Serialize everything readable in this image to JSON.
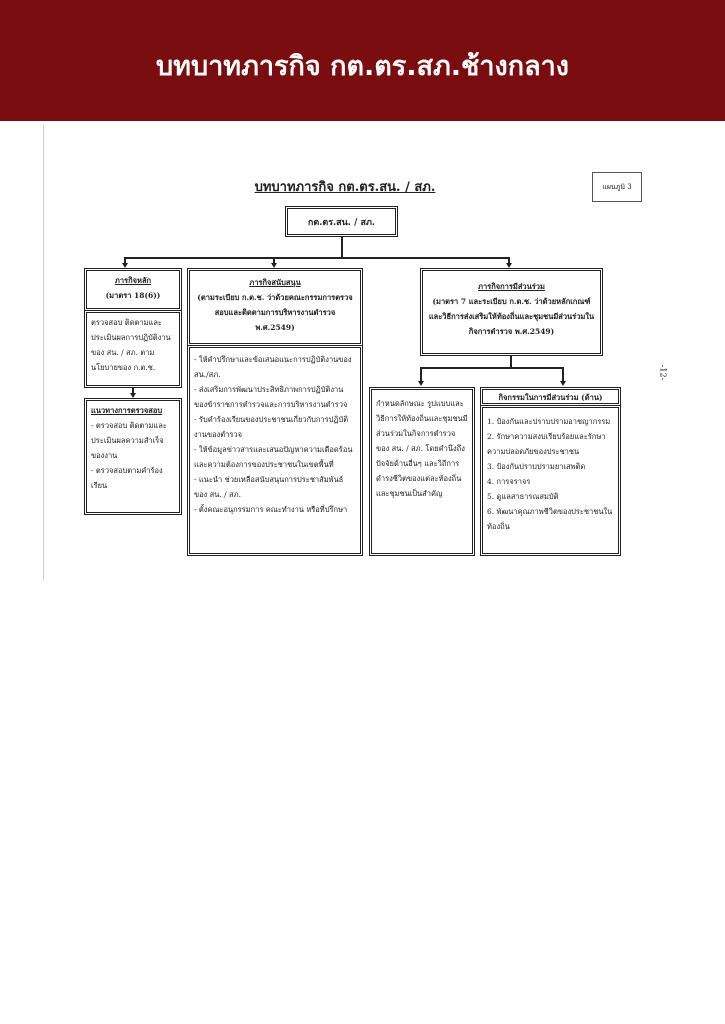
{
  "header": {
    "title": "บทบาทภารกิจ กต.ตร.สภ.ช้างกลาง"
  },
  "doc": {
    "title": "บทบาทภารกิจ กต.ตร.สน. / สภ.",
    "chart_no": "แผนภูมิ 3",
    "page_no": "-12-",
    "top_box": "กต.ตร.สน. / สภ.",
    "main": {
      "heading": "ภารกิจหลัก",
      "sub": "(มาตรา 18(6))",
      "body": "ตรวจสอบ ติดตามและประเมินผลการปฏิบัติงานของ สน. / สภ. ตามนโยบายของ ก.ต.ช."
    },
    "guide": {
      "heading": "แนวทางการตรวจสอบ",
      "lines": [
        "- ตรวจสอบ ติดตามและประเมินผลความสำเร็จของงาน",
        "- ตรวจสอบตามคำร้องเรียน"
      ]
    },
    "support": {
      "heading": "ภารกิจสนับสนุน",
      "sub": "(ตามระเบียบ ก.ต.ช. ว่าด้วยคณะกรรมการตรวจสอบและติดตามการบริหารงานตำรวจ พ.ศ.2549)",
      "lines": [
        "- ให้คำปรึกษาและข้อเสนอแนะการปฏิบัติงานของ สน./สภ.",
        "- ส่งเสริมการพัฒนาประสิทธิภาพการปฏิบัติงานของข้าราชการตำรวจและการบริหารงานตำรวจ",
        "- รับคำร้องเรียนของประชาชนเกี่ยวกับการปฏิบัติงานของตำรวจ",
        "- ให้ข้อมูลข่าวสารและเสนอปัญหาความเดือดร้อนและความต้องการของประชาชนในเขตพื้นที่",
        "- แนะนำ ช่วยเหลือสนับสนุนการประชาสัมพันธ์ของ สน. / สภ.",
        "- ตั้งคณะอนุกรรมการ คณะทำงาน หรือที่ปรึกษา"
      ]
    },
    "participation": {
      "heading": "ภารกิจการมีส่วนร่วม",
      "sub": "(มาตรา 7 และระเบียบ ก.ต.ช. ว่าด้วยหลักเกณฑ์และวิธีการส่งเสริมให้ท้องถิ่นและชุมชนมีส่วนร่วมในกิจการตำรวจ พ.ศ.2549)"
    },
    "criteria": {
      "body": "กำหนดลักษณะ รูปแบบและวิธีการให้ท้องถิ่นและชุมชนมีส่วนร่วมในกิจการตำรวจของ สน. / สภ. โดยคำนึงถึงปัจจัยด้านอื่นๆ และวิถีการดำรงชีวิตของแต่ละท้องถิ่นและชุมชนเป็นสำคัญ"
    },
    "activities": {
      "heading": "กิจกรรมในการมีส่วนร่วม (ด้าน)",
      "lines": [
        "1. ป้องกันและปราบปรามอาชญากรรม",
        "2. รักษาความสงบเรียบร้อยและรักษาความปลอดภัยของประชาชน",
        "3. ป้องกันปราบปรามยาเสพติด",
        "4. การจราจร",
        "5. ดูแลสาธารณสมบัติ",
        "6. พัฒนาคุณภาพชีวิตของประชาชนในท้องถิ่น"
      ]
    }
  }
}
